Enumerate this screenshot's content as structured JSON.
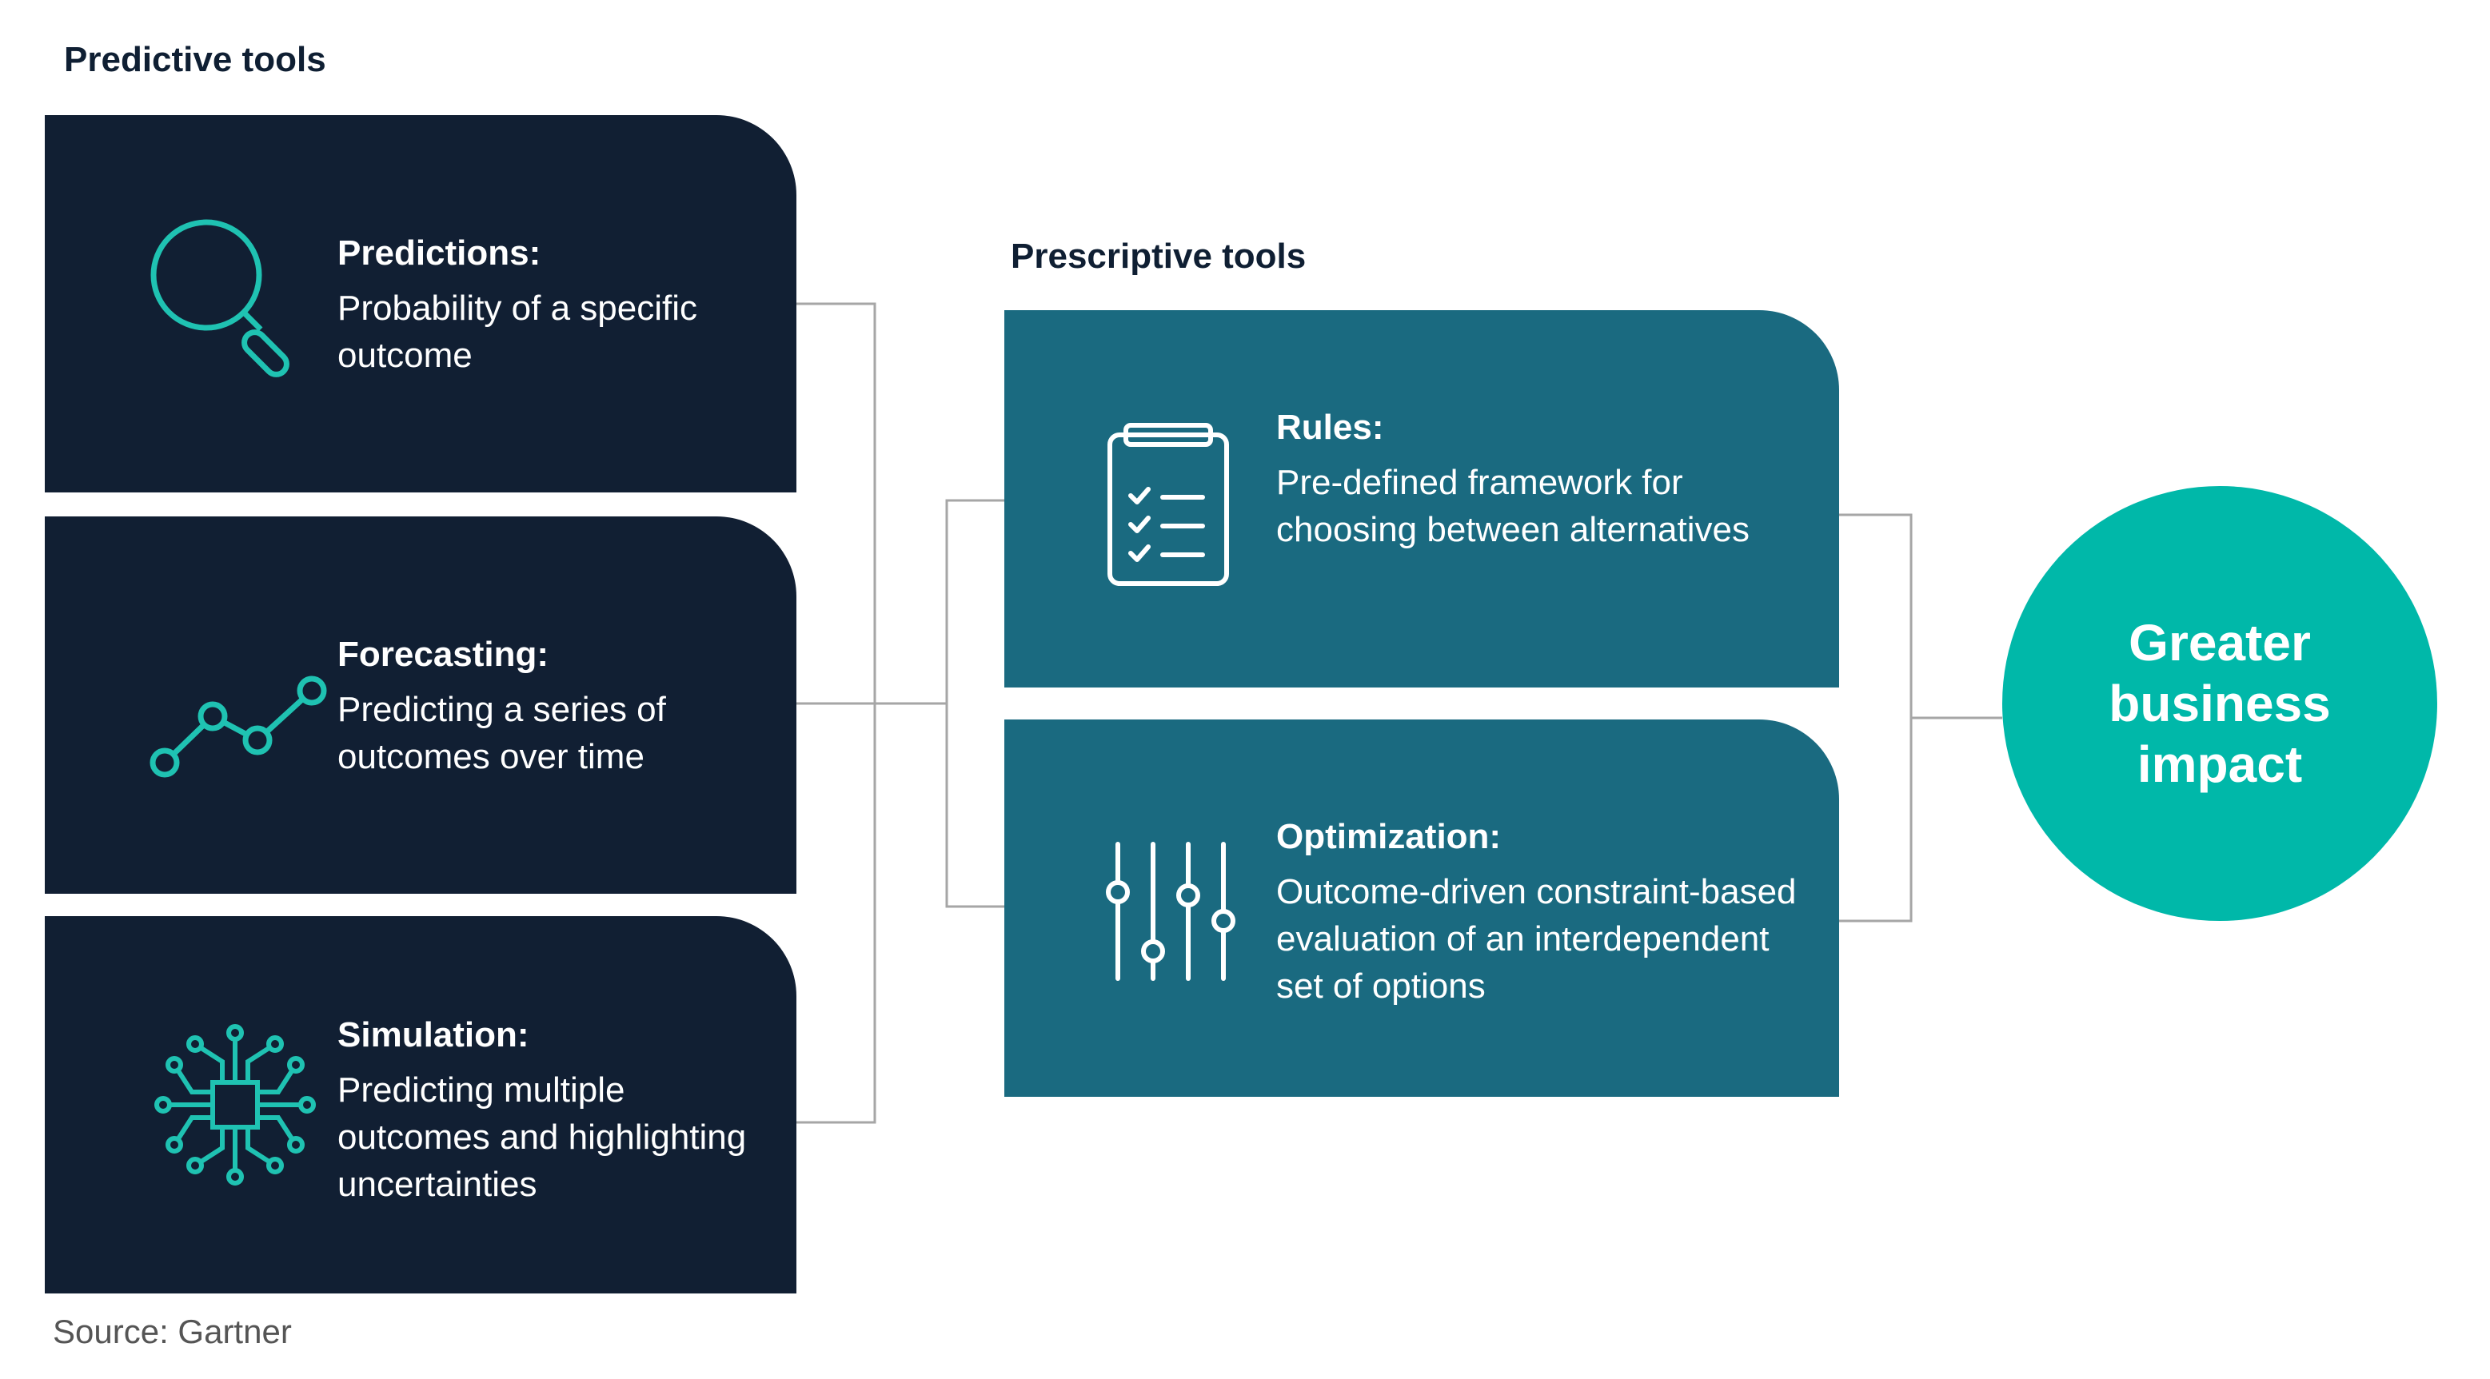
{
  "predictive": {
    "heading": "Predictive tools",
    "cards": [
      {
        "title": "Predictions:",
        "description": "Probability of a specific outcome",
        "icon": "magnifier-icon"
      },
      {
        "title": "Forecasting:",
        "description": "Predicting a series of outcomes over time",
        "icon": "line-chart-icon"
      },
      {
        "title": "Simulation:",
        "description": "Predicting multiple outcomes and highlighting uncertainties",
        "icon": "circuit-chip-icon"
      }
    ]
  },
  "prescriptive": {
    "heading": "Prescriptive tools",
    "cards": [
      {
        "title": "Rules:",
        "description": "Pre-defined framework for choosing between alternatives",
        "icon": "checklist-clipboard-icon"
      },
      {
        "title": "Optimization:",
        "description": "Outcome-driven constraint-based evaluation of an interdependent set of options",
        "icon": "sliders-icon"
      }
    ]
  },
  "outcome": {
    "label": "Greater business impact"
  },
  "source": "Source: Gartner",
  "colors": {
    "predictive_card": "#111f33",
    "prescriptive_card": "#1a6a80",
    "outcome_circle": "#00b8a9",
    "icon_accent": "#1fc2b2",
    "connector": "#a6a6a6"
  }
}
